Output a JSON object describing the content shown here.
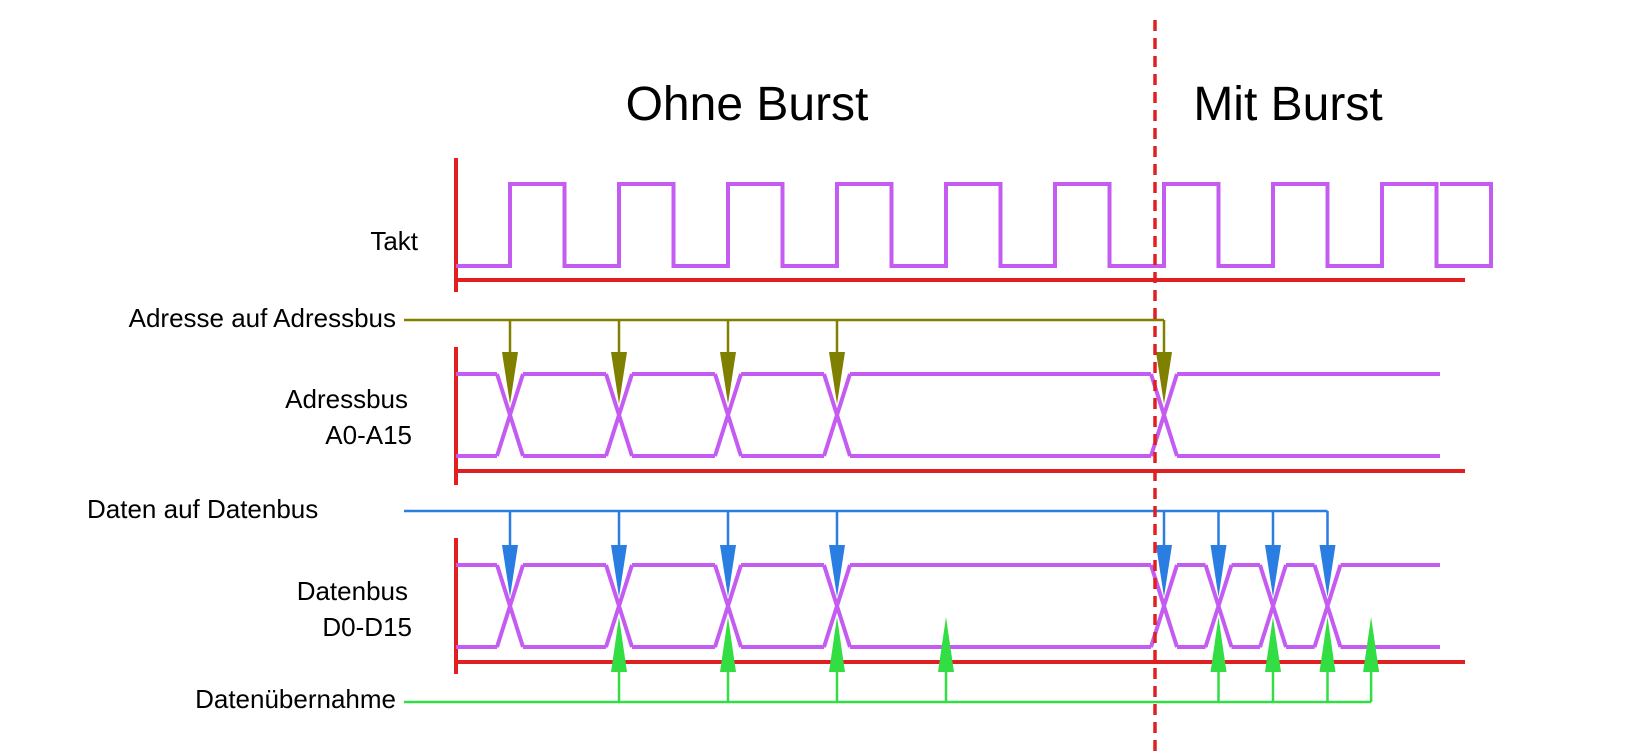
{
  "headings": {
    "without_burst": "Ohne Burst",
    "with_burst": "Mit Burst"
  },
  "labels": {
    "clock": "Takt",
    "address_on_bus": "Adresse auf Adressbus",
    "address_bus_line1": "Adressbus",
    "address_bus_line2": "A0-A15",
    "data_on_bus": "Daten auf Datenbus",
    "data_bus_line1": "Datenbus",
    "data_bus_line2": "D0-D15",
    "data_acceptance": "Datenübernahme"
  },
  "colors": {
    "axis": "#e02020",
    "signal": "#c45cf2",
    "address_arrow": "#808000",
    "data_arrow": "#2a7de1",
    "acceptance_arrow": "#33dd44",
    "divider": "#e02020"
  },
  "timing": {
    "clock_periods": 9,
    "burst_starts_at_period": 6,
    "address_changes_at_periods": [
      0,
      1,
      2,
      3,
      6
    ],
    "data_changes_at_periods": [
      0,
      1,
      2,
      3,
      6,
      6.5,
      7,
      7.5
    ],
    "data_acceptance_at_periods": [
      1,
      2,
      3,
      4,
      6.5,
      7,
      7.5,
      7.9
    ]
  }
}
